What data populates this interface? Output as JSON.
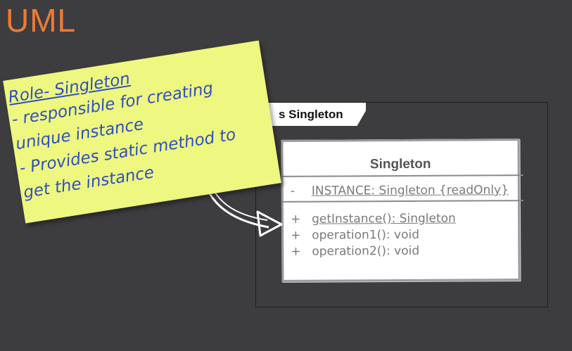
{
  "slide": {
    "title": "UML"
  },
  "frame": {
    "label": "s Singleton"
  },
  "class_box": {
    "name": "Singleton",
    "attributes": [
      {
        "visibility": "-",
        "text": "INSTANCE: Singleton {readOnly}"
      }
    ],
    "operations": [
      {
        "visibility": "+",
        "text": "getInstance(): Singleton"
      },
      {
        "visibility": "+",
        "text": "operation1(): void"
      },
      {
        "visibility": "+",
        "text": "operation2(): void"
      }
    ]
  },
  "note": {
    "lines": [
      "Role- Singleton",
      " - responsible for creating",
      "unique instance",
      " - Provides static method to",
      "get the instance"
    ]
  },
  "colors": {
    "background": "#3d3c3f",
    "title": "#ee7a33",
    "note_fill": "#eef77f",
    "note_ink": "#2f4fbf"
  }
}
